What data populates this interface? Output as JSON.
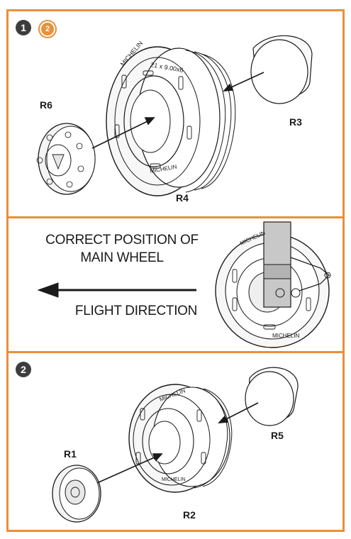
{
  "step1": {
    "badge_main": "1",
    "badge_alt": "2",
    "labels": {
      "r6": "R6",
      "r3": "R3",
      "r4": "R4"
    }
  },
  "middle": {
    "line1": "CORRECT POSITION OF",
    "line2": "MAIN WHEEL",
    "direction": "FLIGHT DIRECTION"
  },
  "step2": {
    "badge": "2",
    "labels": {
      "r1": "R1",
      "r5": "R5",
      "r2": "R2"
    }
  },
  "colors": {
    "frame": "#e8903a",
    "badge": "#3d3d3d",
    "line": "#1a1a1a"
  }
}
